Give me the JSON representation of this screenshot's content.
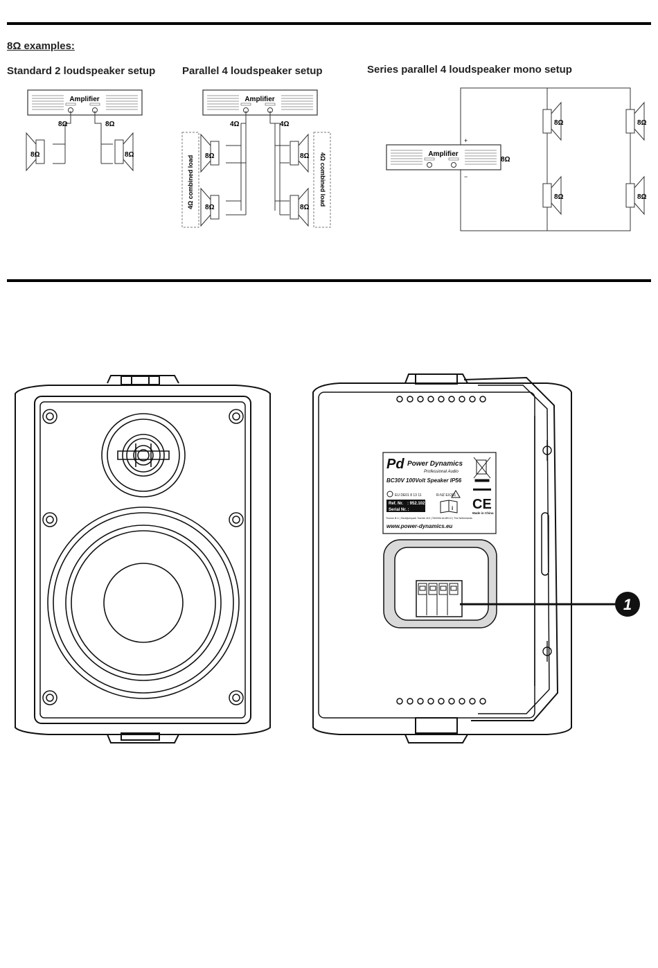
{
  "examples_title": "8Ω examples:",
  "setups": [
    {
      "heading": "Standard 2 loudspeaker setup"
    },
    {
      "heading": "Parallel 4 loudspeaker setup"
    },
    {
      "heading": "Series parallel 4 loudspeaker mono setup"
    }
  ],
  "amplifier_label": "Amplifier",
  "impedance_8": "8Ω",
  "impedance_4": "4Ω",
  "combined_load": "4Ω combined load",
  "plus": "+",
  "minus": "−",
  "label": {
    "brand": "Power Dynamics",
    "brand_sub": "Professional Audio",
    "model": "BC30V 100Volt Speaker IP56",
    "cert_left": "EU DE01 8 13 11",
    "cert_right": "R-NZ EX301",
    "ref_label": "Ref. Nr.",
    "ref_value": ": 952.102",
    "serial_label": "Serial Nr. :",
    "address": "Tronios B.V. | Bedrijvenpark Twente 415 | 7602KM ALMELO | The Netherlands",
    "ce": "CE",
    "made_in": "Made in China",
    "url": "www.power-dynamics.eu"
  },
  "callout_number": "1"
}
